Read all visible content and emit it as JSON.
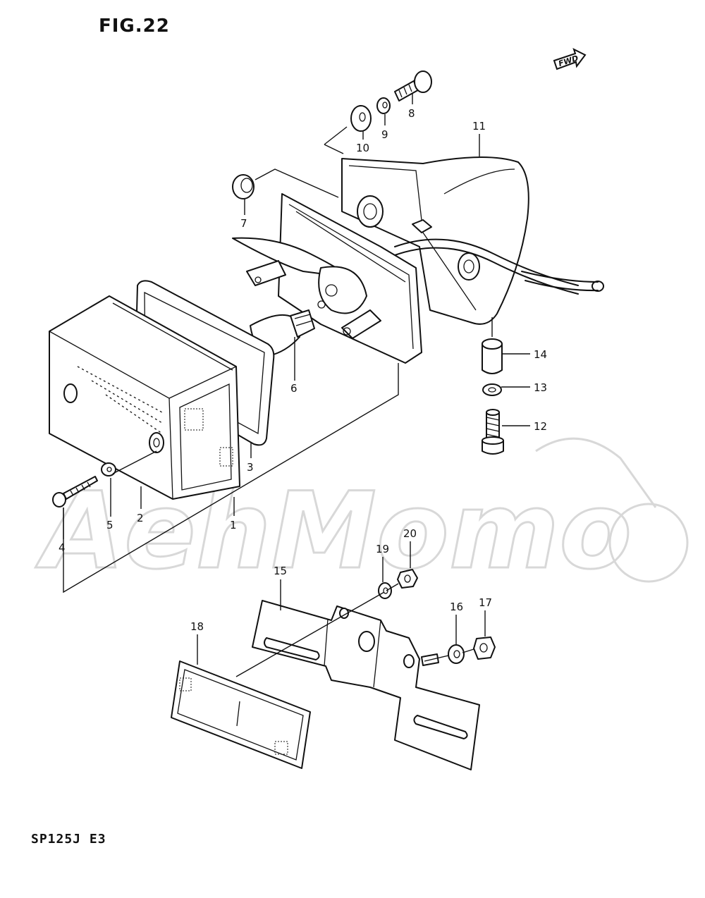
{
  "figure": {
    "title": "FIG.22",
    "model_code": "SP125J  E3",
    "fwd_label": "FWD"
  },
  "watermark": {
    "text": "AehMomo",
    "color": "#d8d8d8"
  },
  "callouts": [
    "1",
    "2",
    "3",
    "4",
    "5",
    "6",
    "7",
    "8",
    "9",
    "10",
    "11",
    "12",
    "13",
    "14",
    "15",
    "16",
    "17",
    "18",
    "19",
    "20"
  ]
}
